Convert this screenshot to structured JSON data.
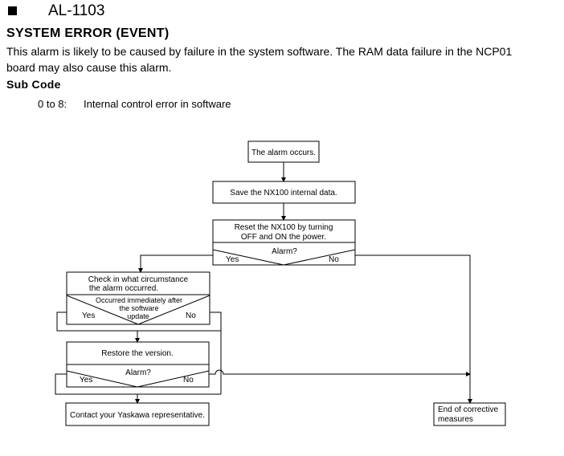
{
  "header": {
    "alarm_code": "AL-1103",
    "title": "SYSTEM ERROR (EVENT)",
    "description_line1": "This alarm is likely to be caused by failure in the system software.  The RAM data failure in the NCP01",
    "description_line2": "board may also cause this alarm."
  },
  "sub_code": {
    "heading": "Sub Code",
    "range": "0 to 8:",
    "description": "Internal control error in software"
  },
  "flowchart": {
    "start": "The alarm occurs.",
    "save": "Save the NX100 internal data.",
    "reset_line1": "Reset the NX100 by turning",
    "reset_line2": "OFF and ON the power.",
    "alarm_question": "Alarm?",
    "yes": "Yes",
    "no": "No",
    "check_line1": "Check in what circumstance",
    "check_line2": "the alarm occurred.",
    "occurred_line1": "Occurred immediately after",
    "occurred_line2": "the software",
    "occurred_line3": "update",
    "restore": "Restore the version.",
    "contact": "Contact your Yaskawa representative.",
    "end_line1": "End of corrective",
    "end_line2": "measures"
  }
}
